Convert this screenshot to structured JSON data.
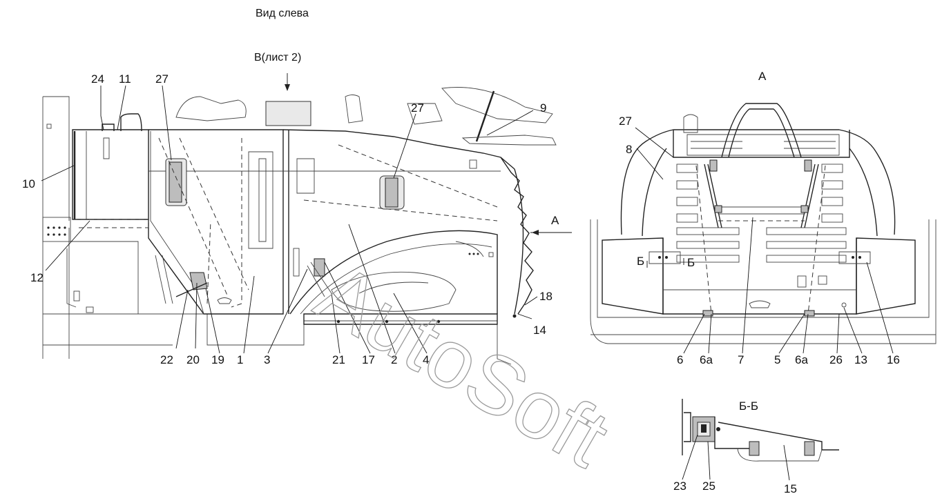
{
  "titles": {
    "view_left": "Вид слева",
    "view_b_ref": "В(лист 2)",
    "view_a": "А",
    "arrow_a": "А",
    "section_mark_left": "Б",
    "section_mark_right": "Б",
    "section_bb": "Б-Б"
  },
  "watermark": "AutoSoft",
  "callouts_left": {
    "c24": "24",
    "c11": "11",
    "c27a": "27",
    "c27b": "27",
    "c9": "9",
    "c10": "10",
    "c12": "12",
    "c18": "18",
    "c14": "14",
    "c22": "22",
    "c20": "20",
    "c19": "19",
    "c1": "1",
    "c3": "3",
    "c21": "21",
    "c17": "17",
    "c2": "2",
    "c4": "4"
  },
  "callouts_right": {
    "c27": "27",
    "c8": "8",
    "c6": "6",
    "c6a1": "6а",
    "c7": "7",
    "c5": "5",
    "c6a2": "6а",
    "c26": "26",
    "c13": "13",
    "c16": "16"
  },
  "callouts_section": {
    "c23": "23",
    "c25": "25",
    "c15": "15"
  }
}
